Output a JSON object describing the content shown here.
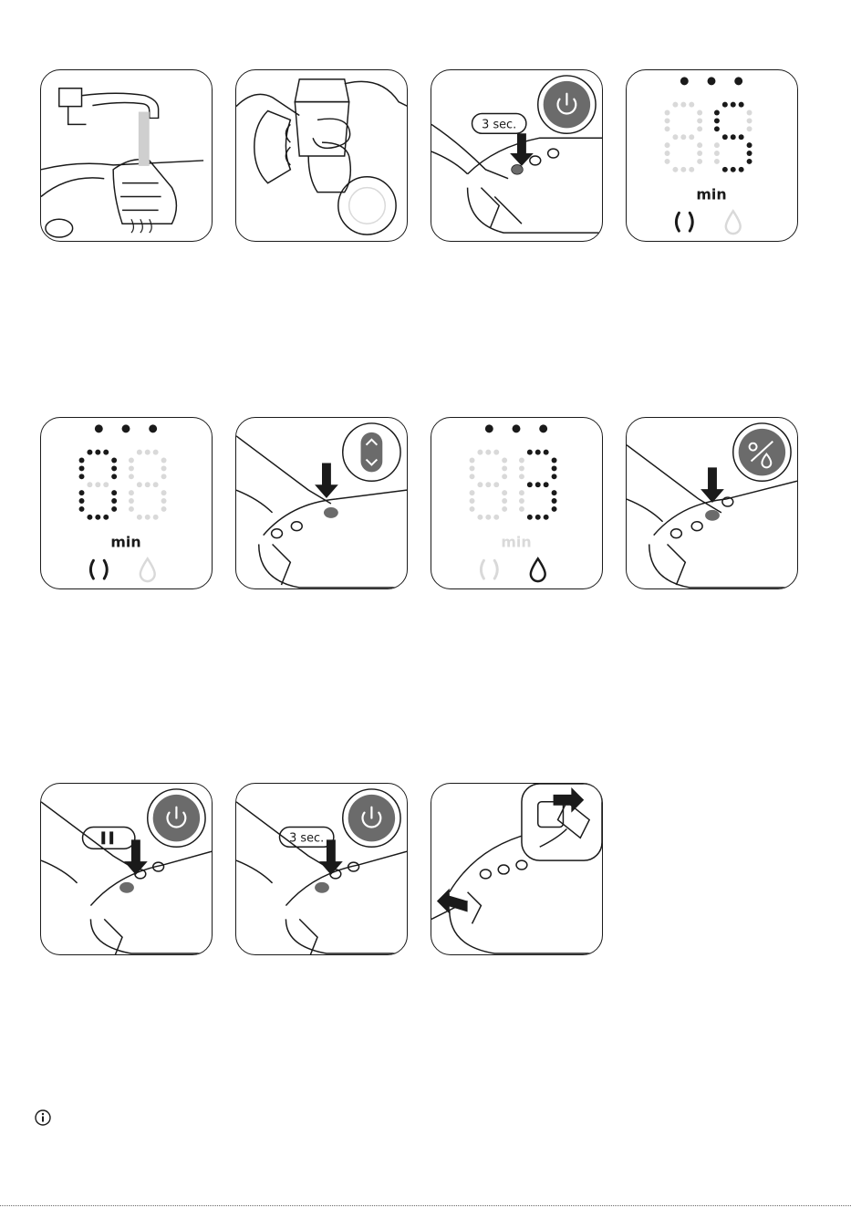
{
  "labels": {
    "three_sec": "3 sec.",
    "min": "min"
  },
  "panels": [
    {
      "id": "wash-hands",
      "row": 1,
      "col": 1
    },
    {
      "id": "assemble-pump",
      "row": 1,
      "col": 2
    },
    {
      "id": "power-on-3-sec",
      "row": 1,
      "col": 3
    },
    {
      "id": "display-stimulation-05",
      "row": 1,
      "col": 4
    },
    {
      "id": "display-stimulation-00",
      "row": 2,
      "col": 1
    },
    {
      "id": "press-mode-up-down",
      "row": 2,
      "col": 2
    },
    {
      "id": "display-expression-03",
      "row": 2,
      "col": 3
    },
    {
      "id": "press-mode-switch",
      "row": 2,
      "col": 4
    },
    {
      "id": "pause",
      "row": 3,
      "col": 1
    },
    {
      "id": "power-off-3-sec",
      "row": 3,
      "col": 2
    },
    {
      "id": "unplug-charger",
      "row": 3,
      "col": 3
    }
  ],
  "displays": {
    "panel4": {
      "digits": "05",
      "dots_active": 3
    },
    "panel5": {
      "digits": "00",
      "dots_active": 3
    },
    "panel7": {
      "digits": "03",
      "dots_active": 3
    }
  },
  "icons": [
    "info-icon",
    "power-icon",
    "pause-icon",
    "arrow-down-icon",
    "stimulation-icon",
    "expression-drop-icon",
    "up-down-icon",
    "mode-switch-icon",
    "plug-icon"
  ],
  "colors": {
    "line": "#1a1a1a",
    "button_gray": "#6b6b6b",
    "light_dot": "#d9d9d9",
    "dark_dot": "#1a1a1a"
  }
}
